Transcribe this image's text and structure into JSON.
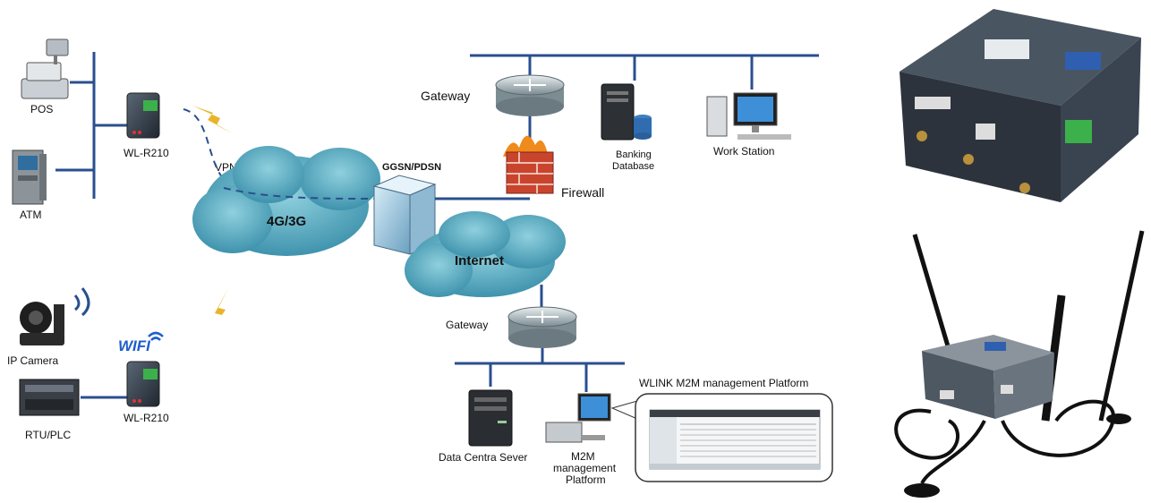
{
  "labels": {
    "pos": "POS",
    "atm": "ATM",
    "router_top": "WL-R210",
    "vpn": "VPN",
    "cellular": "4G/3G",
    "ggsn": "GGSN/PDSN",
    "gateway_top": "Gateway",
    "banking_line1": "Banking",
    "banking_line2": "Database",
    "workstation": "Work Station",
    "firewall": "Firewall",
    "internet": "Internet",
    "gateway_bottom": "Gateway",
    "ip_camera": "IP Camera",
    "wifi": "WIFI",
    "rtu_plc": "RTU/PLC",
    "router_bottom": "WL-R210",
    "data_center": "Data Centra Sever",
    "m2m_line1": "M2M",
    "m2m_line2": "management",
    "m2m_line3": "Platform",
    "wlink_title": "WLINK M2M management Platform"
  },
  "colors": {
    "bus_line": "#2a4f8f",
    "cloud": "#5fb0c4",
    "dashed_vpn": "#2a4f8f",
    "lightning": "#e8b52a",
    "router_top": "#cfd8dc",
    "device_dark": "#3a4450",
    "wifi_blue": "#1e5fc9"
  },
  "icons": [
    "pos-terminal-icon",
    "atm-icon",
    "router-device-icon",
    "lightning-icon",
    "cloud-icon",
    "server-rack-icon",
    "gateway-router-icon",
    "database-server-icon",
    "workstation-icon",
    "firewall-icon",
    "ip-camera-icon",
    "wifi-icon",
    "plc-icon",
    "tower-server-icon",
    "desktop-monitor-icon",
    "screenshot-panel-icon",
    "product-photo-icon"
  ]
}
